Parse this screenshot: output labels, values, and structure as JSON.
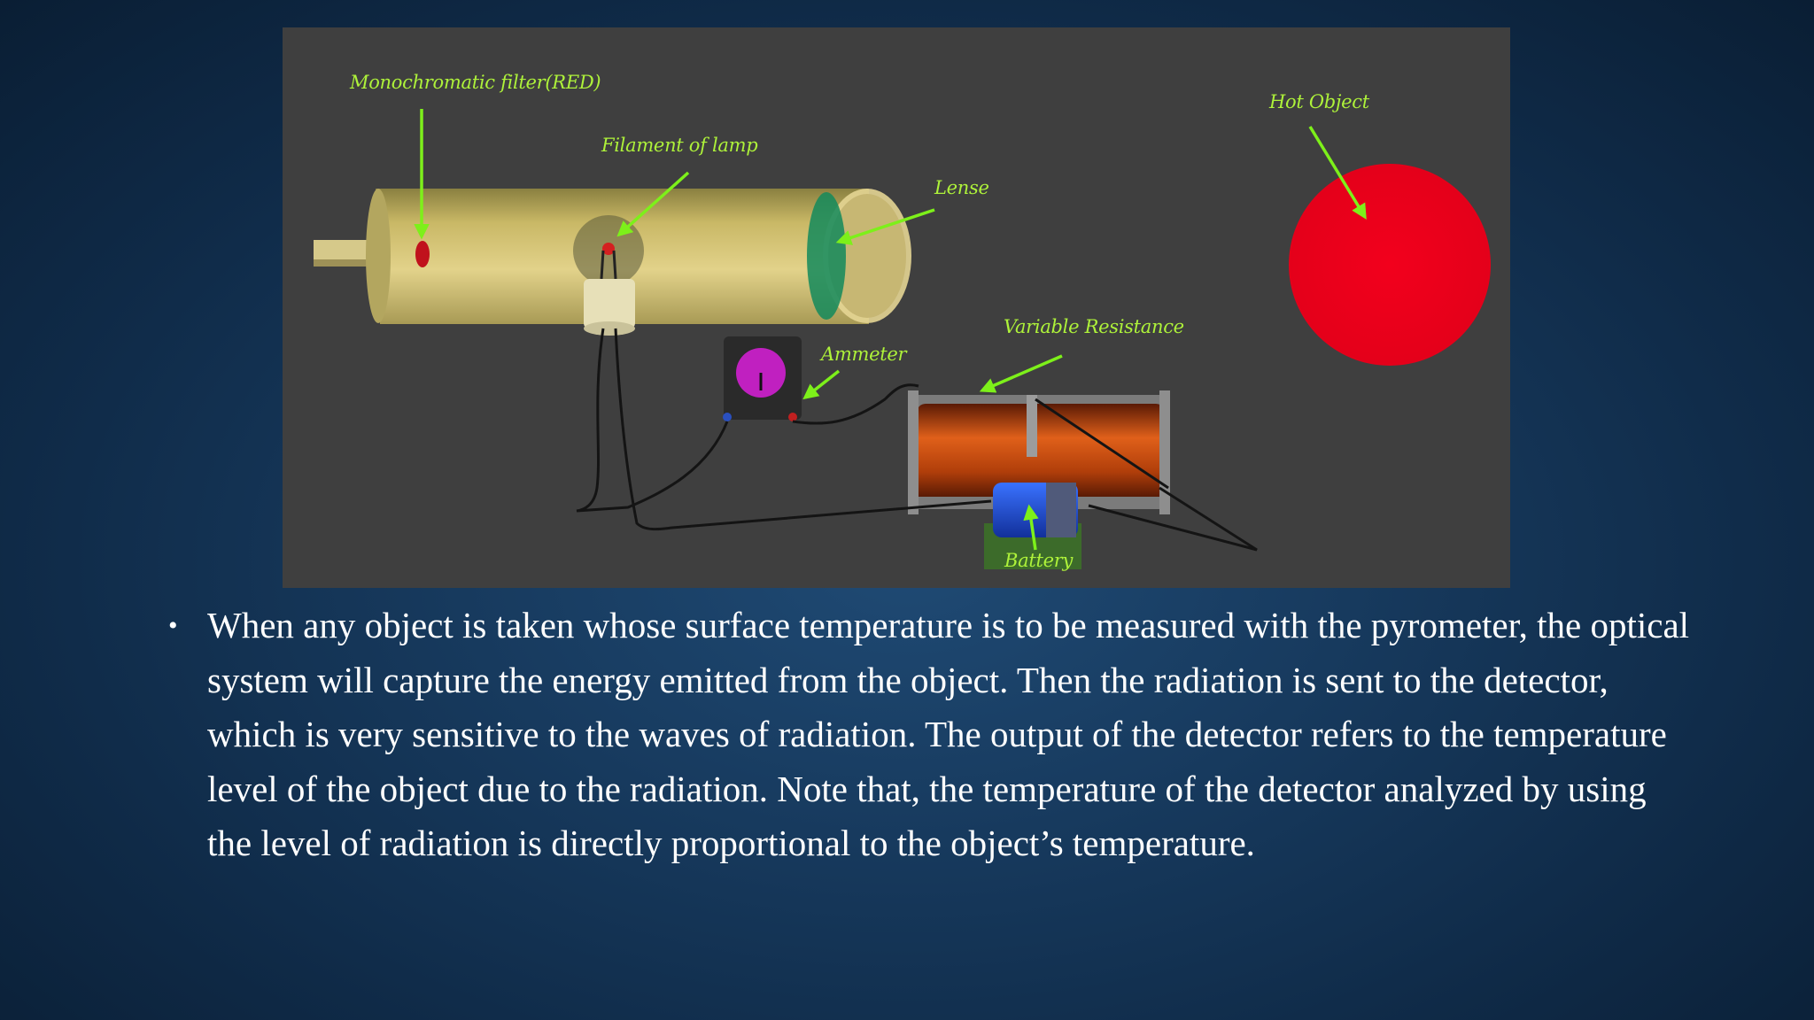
{
  "diagram": {
    "labels": {
      "filter": "Monochromatic filter(RED)",
      "filament": "Filament of lamp",
      "lense": "Lense",
      "hot_object": "Hot Object",
      "variable_resistance": "Variable Resistance",
      "ammeter": "Ammeter",
      "battery": "Battery"
    },
    "colors": {
      "label": "#aef23a",
      "arrow": "#7df01a",
      "hot_object": "#e8001a",
      "tube": "#d8c77a",
      "ammeter_dial": "#c020c0",
      "battery": "#1f4fd0",
      "resistance_coil": "#c84a10"
    }
  },
  "body": {
    "bullet": "•",
    "paragraph": "When any object is taken whose surface temperature is to be measured with the pyrometer, the optical system will capture the energy emitted from the object. Then the radiation is sent to the detector, which is very sensitive to the waves of radiation. The output of the detector refers to the temperature level of the object due to the radiation. Note that, the temperature of the detector analyzed by using the level of radiation is directly proportional to the object’s temperature."
  }
}
